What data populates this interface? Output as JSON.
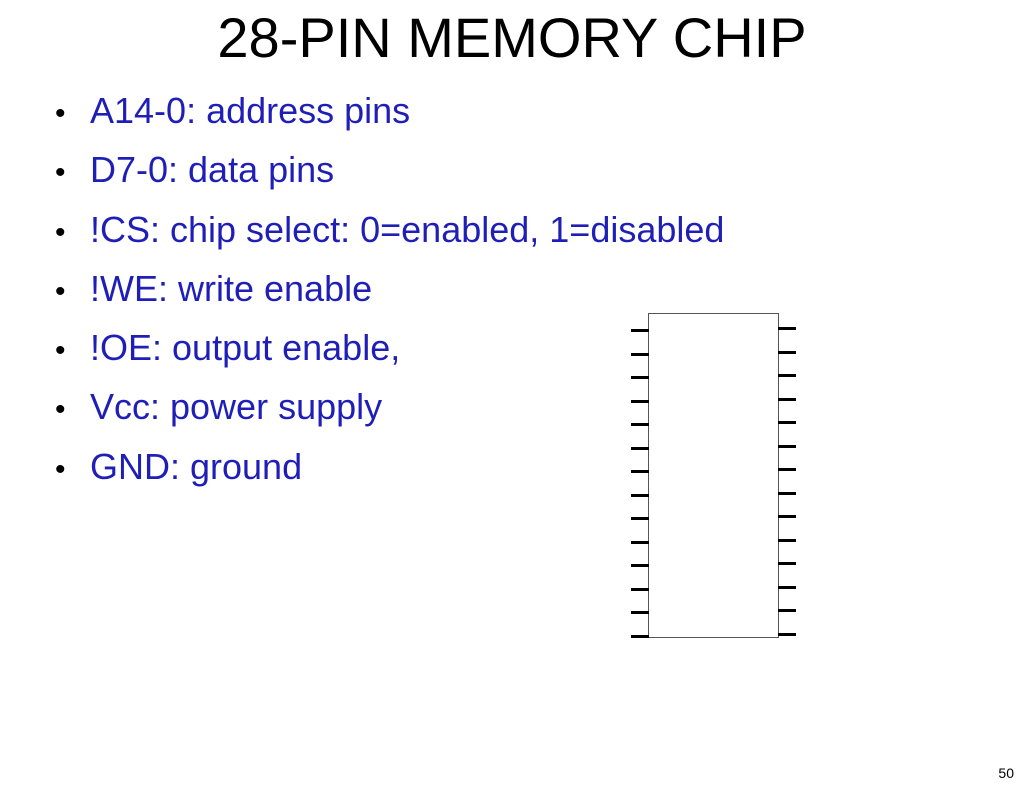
{
  "slide": {
    "title": "28-PIN MEMORY CHIP",
    "bullet_marker": "•",
    "bullets": [
      "A14-0: address pins",
      "D7-0: data pins",
      "!CS: chip select: 0=enabled, 1=disabled",
      "!WE: write enable",
      "!OE: output enable,",
      "Vcc: power supply",
      "GND: ground"
    ],
    "page_number": "50",
    "colors": {
      "title": "#000000",
      "bullet_text": "#1f1fb8",
      "pin": "#000000"
    }
  },
  "chip": {
    "pin_count": 28,
    "pins_per_side": 14
  }
}
